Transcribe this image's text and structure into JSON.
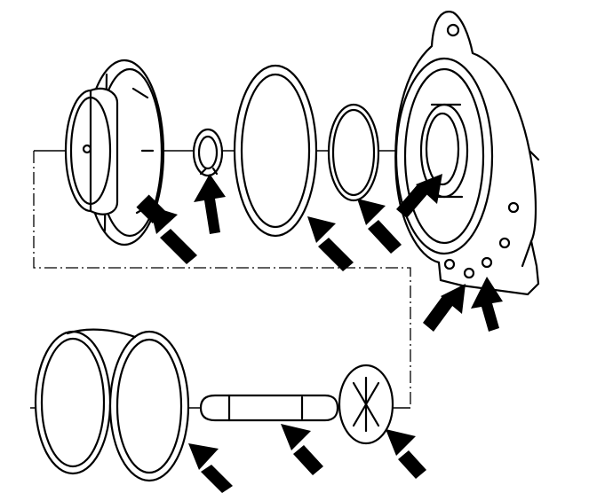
{
  "diagram": {
    "ink_color": "#000000",
    "paper_color": "#ffffff",
    "callouts": [
      {
        "part": "piston-cup",
        "direction": "up-left"
      },
      {
        "part": "snap-ring",
        "direction": "up"
      },
      {
        "part": "large-o-ring",
        "direction": "up-left"
      },
      {
        "part": "small-o-ring",
        "direction": "up-left"
      },
      {
        "part": "housing-bore",
        "direction": "up-right"
      },
      {
        "part": "housing-mount-hole-left",
        "direction": "up-right"
      },
      {
        "part": "housing-mount-hole-right",
        "direction": "up"
      },
      {
        "part": "lower-rings",
        "direction": "up-left"
      },
      {
        "part": "pin",
        "direction": "up-left"
      },
      {
        "part": "end-cap",
        "direction": "up-left"
      }
    ]
  }
}
